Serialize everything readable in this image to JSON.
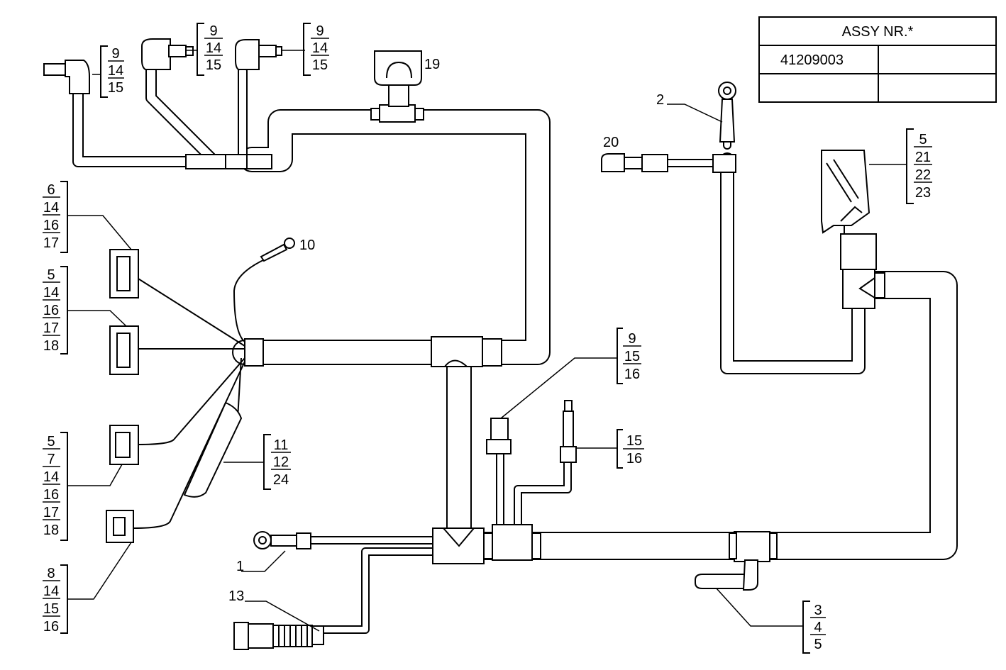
{
  "assy_table": {
    "header": "ASSY  NR.*",
    "rows": [
      [
        "41209003",
        ""
      ],
      [
        "",
        ""
      ]
    ]
  },
  "callouts": {
    "c1": "1",
    "c2": "2",
    "c10": "10",
    "c13": "13",
    "c19": "19",
    "c20": "20"
  },
  "stacks": {
    "s_tl1": [
      "9",
      "14",
      "15"
    ],
    "s_tl2": [
      "9",
      "14",
      "15"
    ],
    "s_tl3": [
      "9",
      "14",
      "15"
    ],
    "s_l1": [
      "6",
      "14",
      "16",
      "17"
    ],
    "s_l2": [
      "5",
      "14",
      "16",
      "17",
      "18"
    ],
    "s_l3": [
      "5",
      "7",
      "14",
      "16",
      "17",
      "18"
    ],
    "s_l4": [
      "8",
      "14",
      "15",
      "16"
    ],
    "s_mid": [
      "11",
      "12",
      "24"
    ],
    "s_c1": [
      "9",
      "15",
      "16"
    ],
    "s_c2": [
      "15",
      "16"
    ],
    "s_r1": [
      "5",
      "21",
      "22",
      "23"
    ],
    "s_br": [
      "3",
      "4",
      "5"
    ]
  }
}
